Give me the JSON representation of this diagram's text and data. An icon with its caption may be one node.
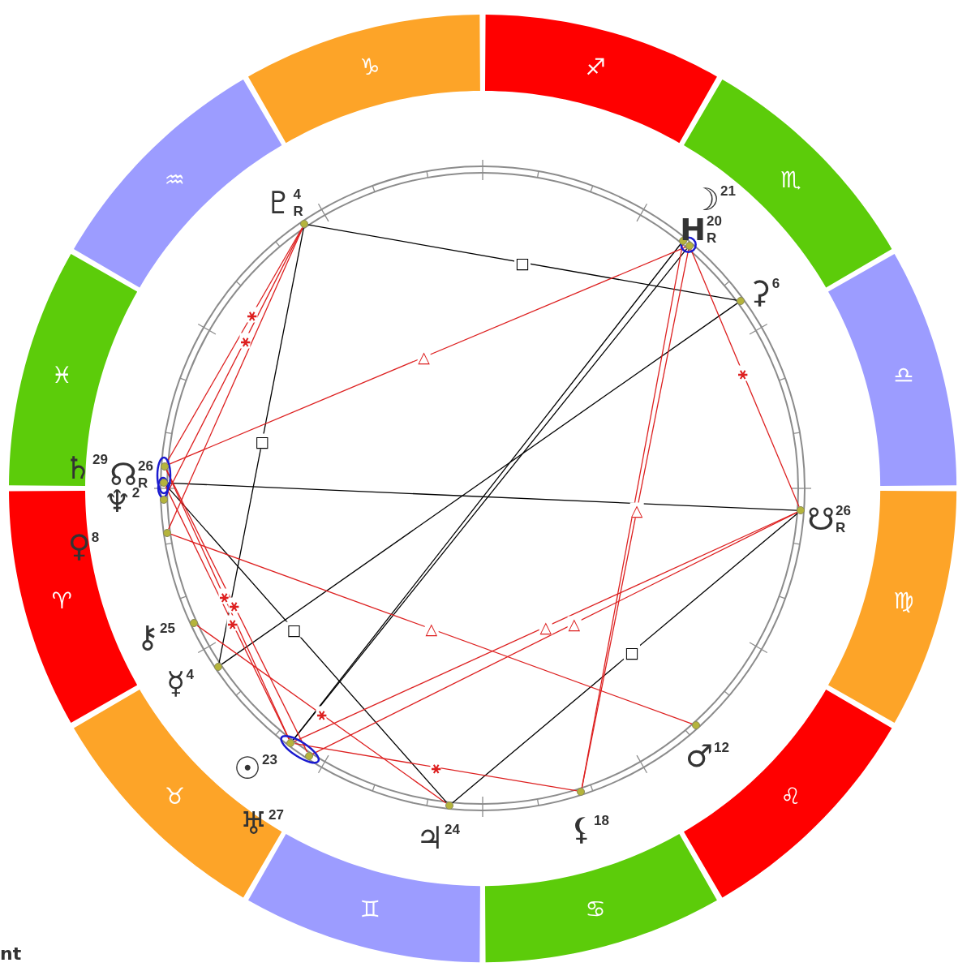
{
  "diagram": {
    "nodes": [
      {
        "text": [
          "♈"
        ]
      },
      {
        "text": [
          "♉"
        ]
      },
      {
        "text": [
          "♊"
        ]
      },
      {
        "text": [
          "♋"
        ]
      },
      {
        "text": [
          "♌"
        ]
      },
      {
        "text": [
          "♍"
        ]
      },
      {
        "text": [
          "♎"
        ]
      },
      {
        "text": [
          "♏"
        ]
      },
      {
        "text": [
          "♐"
        ]
      },
      {
        "text": [
          "♑"
        ]
      },
      {
        "text": [
          "♒"
        ]
      },
      {
        "text": [
          "♓"
        ]
      },
      {
        "text": [],
        "shape": "circle",
        "beside": [
          "♇",
          "4",
          "R"
        ]
      },
      {
        "text": [],
        "shape": "circle",
        "beside": [
          "☽",
          "21"
        ]
      },
      {
        "text": [],
        "shape": "circle",
        "beside": [
          "H",
          "20",
          "R"
        ]
      },
      {
        "text": [],
        "shape": "circle",
        "beside": [
          "⚳",
          "6"
        ]
      },
      {
        "text": [],
        "shape": "circle",
        "beside": [
          "☋",
          "26",
          "R"
        ]
      },
      {
        "text": [],
        "shape": "circle",
        "beside": [
          "♂",
          "12"
        ]
      },
      {
        "text": [],
        "shape": "circle",
        "beside": [
          "⚸",
          "18"
        ]
      },
      {
        "text": [],
        "shape": "circle",
        "beside": [
          "♃",
          "24"
        ]
      },
      {
        "text": [],
        "shape": "circle",
        "beside": [
          "♅",
          "27"
        ]
      },
      {
        "text": [],
        "shape": "circle",
        "beside": [
          "☉",
          "23"
        ]
      },
      {
        "text": [],
        "shape": "circle",
        "beside": [
          "☿",
          "4"
        ]
      },
      {
        "text": [],
        "shape": "circle",
        "beside": [
          "⚷",
          "25"
        ]
      },
      {
        "text": [],
        "shape": "circle",
        "beside": [
          "♀",
          "8"
        ]
      },
      {
        "text": [],
        "shape": "circle",
        "beside": [
          "♄",
          "29"
        ]
      },
      {
        "text": [],
        "shape": "circle",
        "beside": [
          "☊",
          "26",
          "R"
        ]
      },
      {
        "text": [],
        "shape": "circle",
        "beside": [
          "♆",
          "2"
        ]
      }
    ],
    "edges": [
      {
        "from": 12,
        "to": 15,
        "arrow": "none",
        "label": "□",
        "color": "#000000"
      },
      {
        "from": 12,
        "to": 22,
        "arrow": "none",
        "label": "□",
        "color": "#000000"
      },
      {
        "from": 13,
        "to": 21,
        "arrow": "none",
        "color": "#000000"
      },
      {
        "from": 14,
        "to": 21,
        "arrow": "none",
        "color": "#000000"
      },
      {
        "from": 15,
        "to": 22,
        "arrow": "none",
        "color": "#000000"
      },
      {
        "from": 25,
        "to": 16,
        "arrow": "none",
        "color": "#000000"
      },
      {
        "from": 25,
        "to": 19,
        "arrow": "none",
        "label": "□",
        "color": "#000000"
      },
      {
        "from": 16,
        "to": 19,
        "arrow": "none",
        "label": "□",
        "color": "#000000"
      },
      {
        "from": 14,
        "to": 26,
        "arrow": "none",
        "label": "△"
      },
      {
        "from": 14,
        "to": 16,
        "arrow": "none",
        "label": "⚹"
      },
      {
        "from": 13,
        "to": 18,
        "arrow": "none"
      },
      {
        "from": 14,
        "to": 18,
        "arrow": "none",
        "label": "△"
      },
      {
        "from": 12,
        "to": 26,
        "arrow": "none",
        "label": "⚹"
      },
      {
        "from": 12,
        "to": 27,
        "arrow": "none",
        "label": "⚹"
      },
      {
        "from": 12,
        "to": 24,
        "arrow": "none"
      },
      {
        "from": 26,
        "to": 21,
        "arrow": "none",
        "label": "⚹"
      },
      {
        "from": 26,
        "to": 20,
        "arrow": "none",
        "label": "⚹"
      },
      {
        "from": 25,
        "to": 21,
        "arrow": "none",
        "label": "⚹"
      },
      {
        "from": 24,
        "to": 17,
        "arrow": "none",
        "label": "△"
      },
      {
        "from": 16,
        "to": 21,
        "arrow": "none",
        "label": "△"
      },
      {
        "from": 16,
        "to": 20,
        "arrow": "none",
        "label": "△"
      },
      {
        "from": 21,
        "to": 18,
        "arrow": "none",
        "label": "⚹"
      },
      {
        "from": 23,
        "to": 19,
        "arrow": "none",
        "label": "⚹"
      }
    ],
    "labels": [
      "nt"
    ]
  }
}
